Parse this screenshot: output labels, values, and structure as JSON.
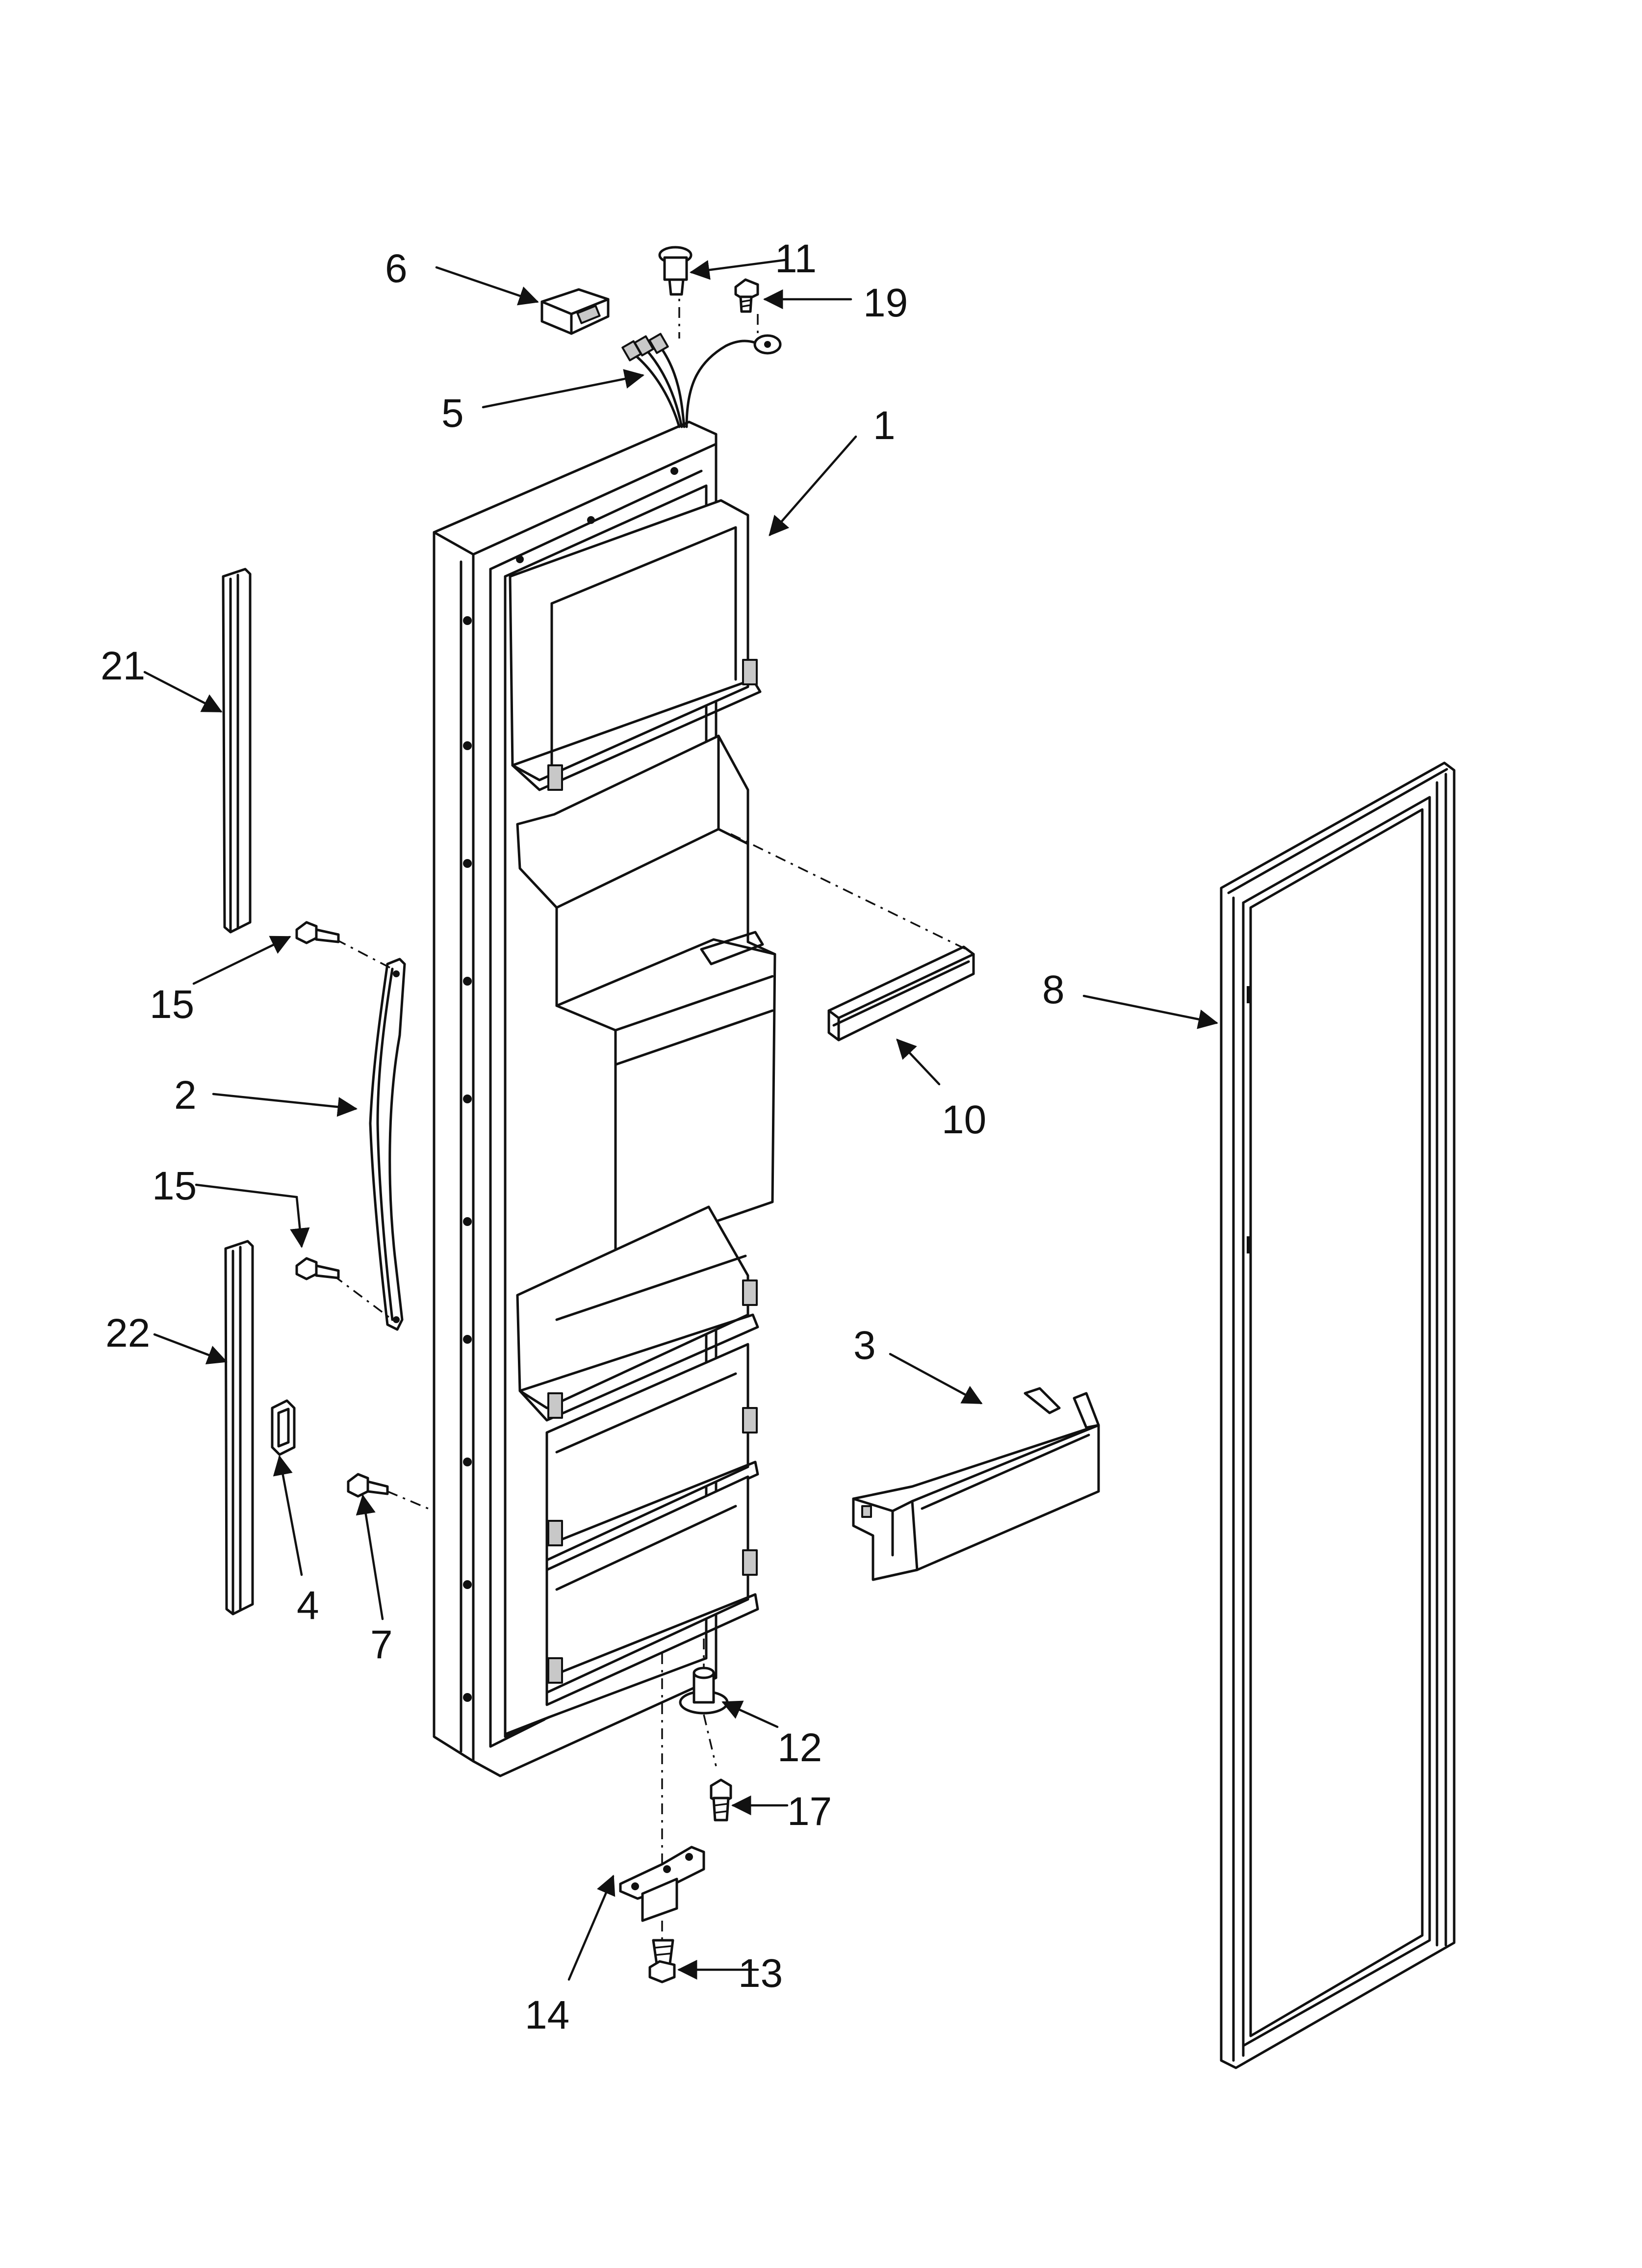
{
  "callouts": [
    {
      "id": "c1",
      "text": "1"
    },
    {
      "id": "c2",
      "text": "2"
    },
    {
      "id": "c3",
      "text": "3"
    },
    {
      "id": "c4",
      "text": "4"
    },
    {
      "id": "c5",
      "text": "5"
    },
    {
      "id": "c6",
      "text": "6"
    },
    {
      "id": "c7",
      "text": "7"
    },
    {
      "id": "c8",
      "text": "8"
    },
    {
      "id": "c10",
      "text": "10"
    },
    {
      "id": "c11",
      "text": "11"
    },
    {
      "id": "c12",
      "text": "12"
    },
    {
      "id": "c13",
      "text": "13"
    },
    {
      "id": "c14",
      "text": "14"
    },
    {
      "id": "c15a",
      "text": "15"
    },
    {
      "id": "c15b",
      "text": "15"
    },
    {
      "id": "c17",
      "text": "17"
    },
    {
      "id": "c19",
      "text": "19"
    },
    {
      "id": "c21",
      "text": "21"
    },
    {
      "id": "c22",
      "text": "22"
    }
  ],
  "colors": {
    "line": "#111111",
    "background": "#ffffff",
    "shade": "#c8c8c8"
  }
}
